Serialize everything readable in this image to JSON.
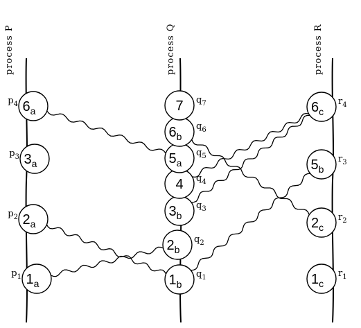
{
  "processes": [
    {
      "id": "P",
      "label": "process P"
    },
    {
      "id": "Q",
      "label": "process Q"
    },
    {
      "id": "R",
      "label": "process R"
    }
  ],
  "nodes": [
    {
      "id": "P1a",
      "process": "P",
      "main": "1",
      "sub": "a",
      "side": "p",
      "side_sub": "1"
    },
    {
      "id": "P2a",
      "process": "P",
      "main": "2",
      "sub": "a",
      "side": "p",
      "side_sub": "2"
    },
    {
      "id": "P3a",
      "process": "P",
      "main": "3",
      "sub": "a",
      "side": "p",
      "side_sub": "3"
    },
    {
      "id": "P6a",
      "process": "P",
      "main": "6",
      "sub": "a",
      "side": "p",
      "side_sub": "4"
    },
    {
      "id": "Q1b",
      "process": "Q",
      "main": "1",
      "sub": "b",
      "side": "q",
      "side_sub": "1"
    },
    {
      "id": "Q2b",
      "process": "Q",
      "main": "2",
      "sub": "b",
      "side": "q",
      "side_sub": "2"
    },
    {
      "id": "Q3b",
      "process": "Q",
      "main": "3",
      "sub": "b",
      "side": "q",
      "side_sub": "3"
    },
    {
      "id": "Q4",
      "process": "Q",
      "main": "4",
      "sub": "",
      "side": "q",
      "side_sub": "4"
    },
    {
      "id": "Q5a",
      "process": "Q",
      "main": "5",
      "sub": "a",
      "side": "q",
      "side_sub": "5"
    },
    {
      "id": "Q6b",
      "process": "Q",
      "main": "6",
      "sub": "b",
      "side": "q",
      "side_sub": "6"
    },
    {
      "id": "Q7",
      "process": "Q",
      "main": "7",
      "sub": "",
      "side": "q",
      "side_sub": "7"
    },
    {
      "id": "R1c",
      "process": "R",
      "main": "1",
      "sub": "c",
      "side": "r",
      "side_sub": "1"
    },
    {
      "id": "R2c",
      "process": "R",
      "main": "2",
      "sub": "c",
      "side": "r",
      "side_sub": "2"
    },
    {
      "id": "R5b",
      "process": "R",
      "main": "5",
      "sub": "b",
      "side": "r",
      "side_sub": "3"
    },
    {
      "id": "R6c",
      "process": "R",
      "main": "6",
      "sub": "c",
      "side": "r",
      "side_sub": "4"
    }
  ],
  "messages": [
    {
      "from": "P1a",
      "to": "Q2b"
    },
    {
      "from": "P2a",
      "to": "Q1b"
    },
    {
      "from": "P6a",
      "to": "Q5a"
    },
    {
      "from": "Q1b",
      "to": "R5b"
    },
    {
      "from": "Q4",
      "to": "R6c"
    },
    {
      "from": "Q6b",
      "to": "R2c"
    },
    {
      "from": "R6c",
      "to": "Q3b"
    }
  ]
}
